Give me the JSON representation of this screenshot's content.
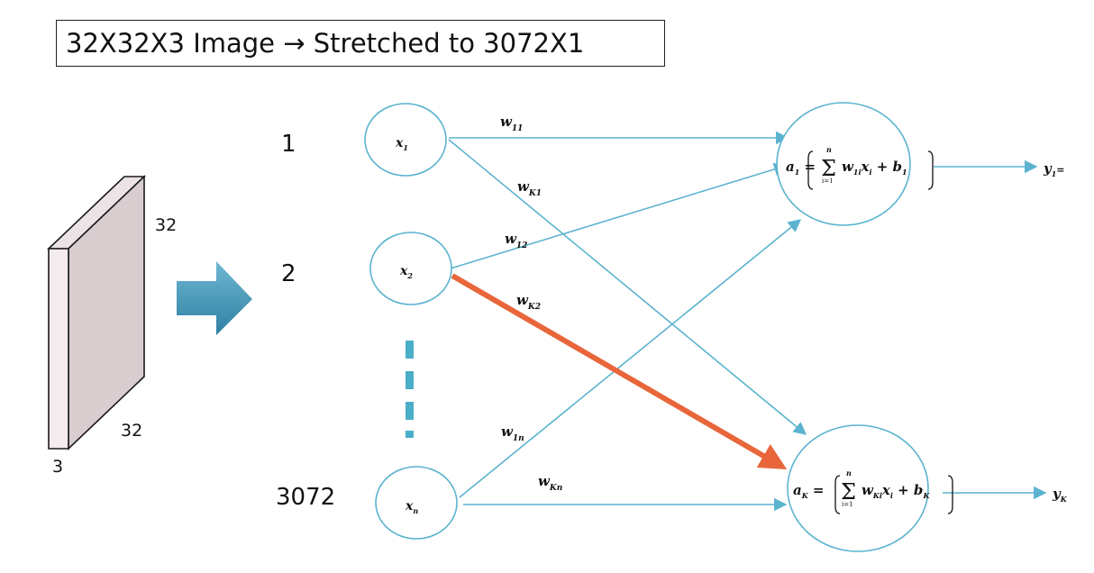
{
  "title": "32X32X3 Image → Stretched to 3072X1",
  "volume": {
    "height_label": "32",
    "width_label": "32",
    "depth_label": "3",
    "face_color": "#d9cdd0",
    "edge_color": "#1a1a1a"
  },
  "arrow_color": "#3a8fb0",
  "row_labels": [
    "1",
    "2",
    "3072"
  ],
  "inputs": [
    {
      "var": "x",
      "sub": "1"
    },
    {
      "var": "x",
      "sub": "2"
    },
    {
      "var": "x",
      "sub": "n"
    }
  ],
  "weights": {
    "w11": {
      "var": "w",
      "sub": "11"
    },
    "wK1": {
      "var": "w",
      "sub": "K1"
    },
    "w12": {
      "var": "w",
      "sub": "12"
    },
    "wK2": {
      "var": "w",
      "sub": "K2"
    },
    "w1n": {
      "var": "w",
      "sub": "1n"
    },
    "wKn": {
      "var": "w",
      "sub": "Kn"
    }
  },
  "neurons": [
    {
      "lhs": "a",
      "lhs_sub": "1",
      "sum_top": "n",
      "sum_bottom": "i=1",
      "w_sub": "1i",
      "b_sub": "1",
      "out_var": "y",
      "out_sub": "1",
      "out_suffix": "="
    },
    {
      "lhs": "a",
      "lhs_sub": "K",
      "sum_top": "n",
      "sum_bottom": "i=1",
      "w_sub": "Ki",
      "b_sub": "K",
      "out_var": "y",
      "out_sub": "K",
      "out_suffix": ""
    }
  ],
  "colors": {
    "connection": "#5bb3cf",
    "highlight": "#e8663a",
    "dots": "#4aaec8"
  }
}
